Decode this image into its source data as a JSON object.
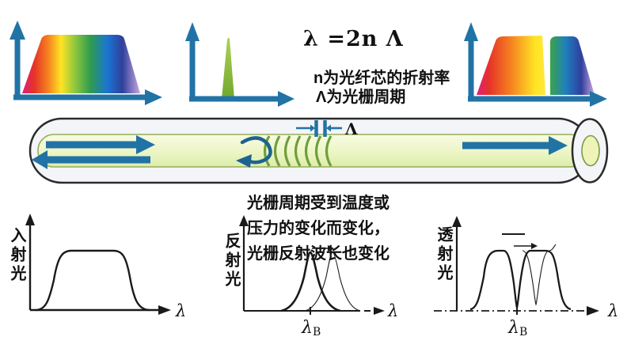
{
  "colors": {
    "axis_arrow_blue": "#2173a5",
    "sketch_black": "#1a1a1a",
    "reflected_peak_green": "#8dc63f",
    "fiber_core_fill": "#edf6c6",
    "grating_line_green": "#6f9e3d"
  },
  "equation": {
    "formula": "λ =2n Λ",
    "note_refractive_index": "n为光纤芯的折射率",
    "note_grating_period": "Λ为光栅周期"
  },
  "fiber": {
    "grating_period_label": "Λ"
  },
  "temperature_note": {
    "line1": "光栅周期受到温度或",
    "line2": "压力的变化而变化，",
    "line3": "光栅反射波长也变化"
  },
  "charts": {
    "incident": {
      "ylabel": "入射光",
      "xlabel": "λ"
    },
    "reflected": {
      "ylabel": "反射光",
      "xlabel": "λ",
      "bragg_label": "λ",
      "bragg_sub": "B"
    },
    "transmitted": {
      "ylabel": "透射光",
      "xlabel": "λ",
      "bragg_label": "λ",
      "bragg_sub": "B"
    }
  }
}
